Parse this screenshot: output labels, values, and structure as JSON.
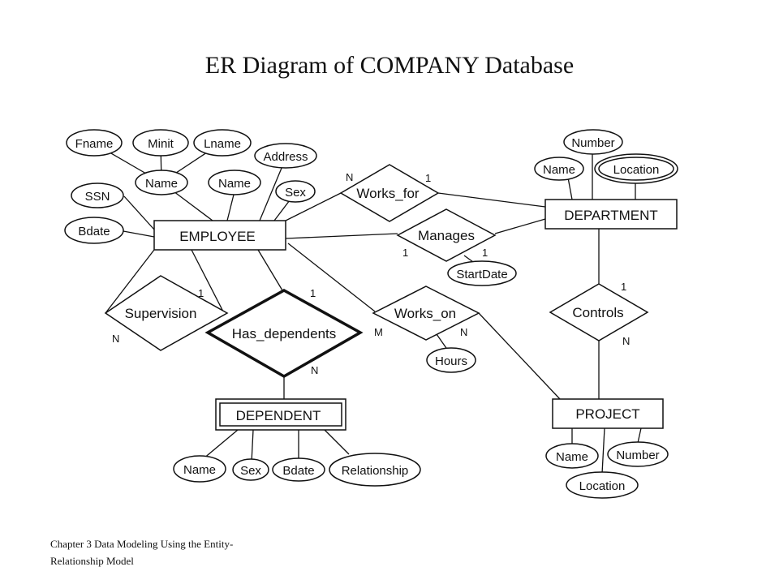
{
  "title": "ER Diagram of COMPANY Database",
  "footer": {
    "line1": "Chapter 3 Data Modeling Using the Entity-",
    "line2": "Relationship Model"
  },
  "entities": {
    "employee": "EMPLOYEE",
    "department": "DEPARTMENT",
    "project": "PROJECT",
    "dependent": "DEPENDENT"
  },
  "relationships": {
    "works_for": "Works_for",
    "manages": "Manages",
    "works_on": "Works_on",
    "controls": "Controls",
    "supervision": "Supervision",
    "has_dependents": "Has_dependents"
  },
  "attributes": {
    "emp_fname": "Fname",
    "emp_minit": "Minit",
    "emp_lname": "Lname",
    "emp_name": "Name",
    "emp_name2": "Name",
    "emp_address": "Address",
    "emp_sex": "Sex",
    "emp_ssn": "SSN",
    "emp_bdate": "Bdate",
    "dept_number": "Number",
    "dept_name": "Name",
    "dept_location": "Location",
    "manages_startdate": "StartDate",
    "works_on_hours": "Hours",
    "proj_name": "Name",
    "proj_number": "Number",
    "proj_location": "Location",
    "dep_name": "Name",
    "dep_sex": "Sex",
    "dep_bdate": "Bdate",
    "dep_relationship": "Relationship"
  },
  "cardinalities": {
    "works_for_emp": "N",
    "works_for_dept": "1",
    "manages_emp": "1",
    "manages_dept": "1",
    "supervision_supervisor": "1",
    "supervision_supervisee": "N",
    "has_dependents_emp": "1",
    "has_dependents_dep": "N",
    "works_on_emp": "M",
    "works_on_proj": "N",
    "controls_dept": "1",
    "controls_proj": "N"
  }
}
